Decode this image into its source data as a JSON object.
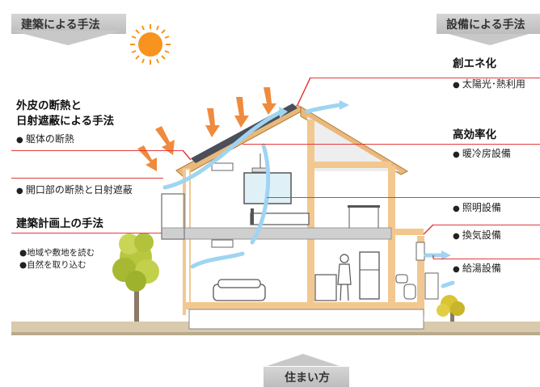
{
  "top_left_banner": "建築による手法",
  "top_right_banner": "設備による手法",
  "bottom_banner": "住まい方",
  "left": {
    "heading1_line1": "外皮の断熱と",
    "heading1_line2": "日射遮蔽による手法",
    "item_body": "躯体の断熱",
    "item_opening": "開口部の断熱と日射遮蔽",
    "heading2": "建築計画上の手法",
    "item_site": "●地域や敷地を読む",
    "item_nature": "●自然を取り込む"
  },
  "right": {
    "heading_energy": "創エネ化",
    "item_solar": "太陽光･熱利用",
    "heading_efficiency": "高効率化",
    "item_hvac": "暖冷房設備",
    "item_lighting": "照明設備",
    "item_ventilation": "換気設備",
    "item_hotwater": "給湯設備"
  },
  "colors": {
    "accent_line": "#e23a3a",
    "wall_insulation": "#f2b774",
    "sun": "#f7931e",
    "airflow": "#9fd4f2",
    "banner_gray": "#c4c4c4"
  },
  "icons": [
    "sun-icon",
    "heat-arrow-icon",
    "airflow-arrow-icon",
    "tree-icon",
    "person-icon"
  ]
}
